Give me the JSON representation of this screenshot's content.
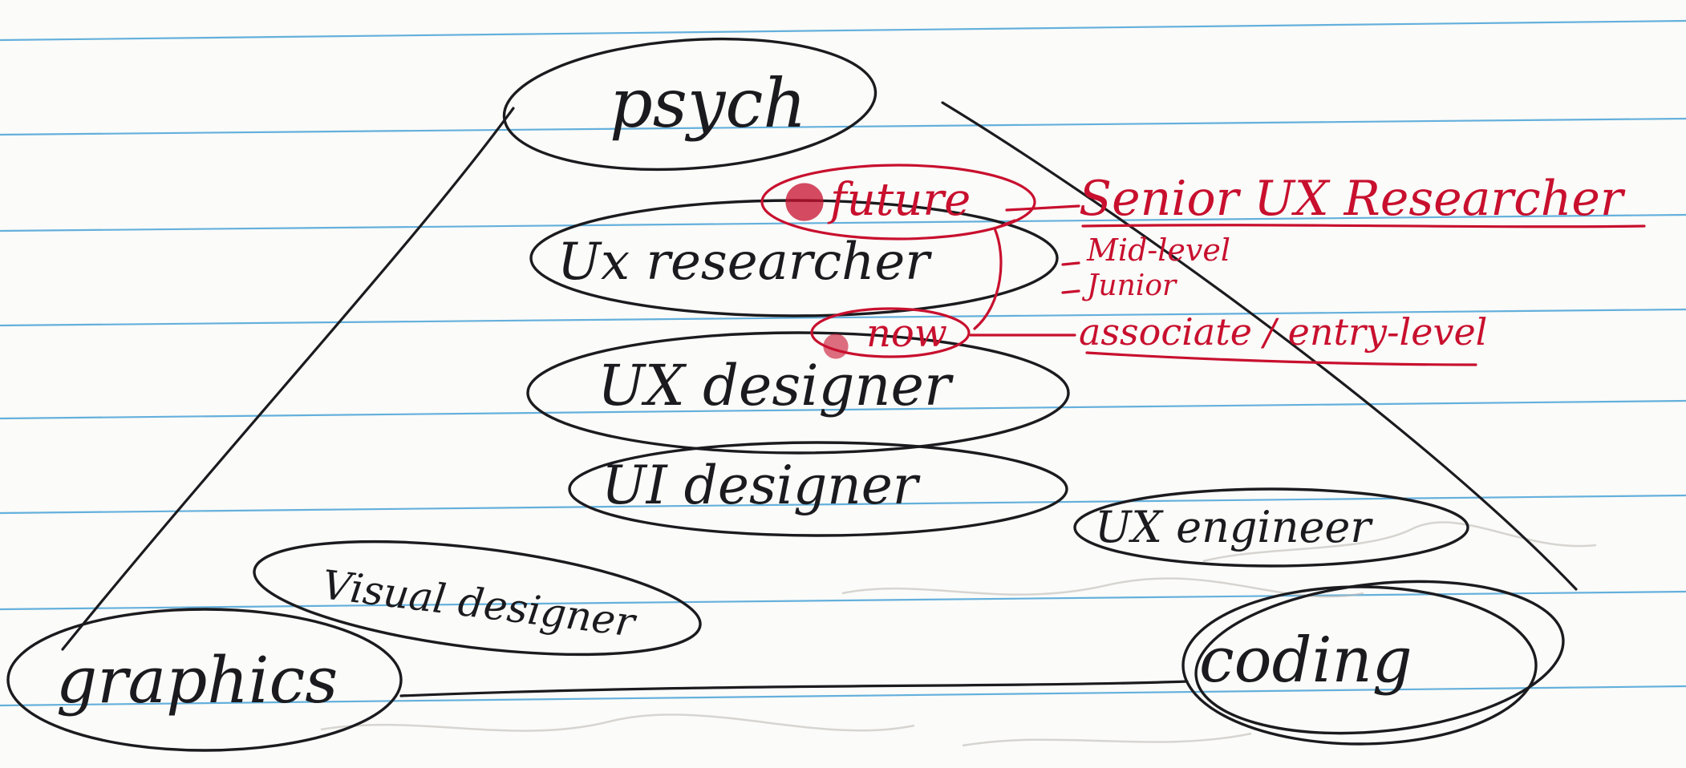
{
  "colors": {
    "paper": "#fbfbf9",
    "rule_line": "#4aa3d8",
    "ink": "#1b1b1f",
    "red_ink": "#c8102e"
  },
  "nodes": {
    "psych": "psych",
    "ux_researcher": "Ux researcher",
    "ux_designer": "UX designer",
    "ui_designer": "UI designer",
    "visual_designer": "Visual designer",
    "ux_engineer": "UX engineer",
    "graphics": "graphics",
    "coding": "coding"
  },
  "annotations": {
    "future": "future",
    "now": "now",
    "senior": "Senior UX Researcher",
    "mid": "Mid-level",
    "junior": "Junior",
    "associate": "associate / entry-level"
  }
}
